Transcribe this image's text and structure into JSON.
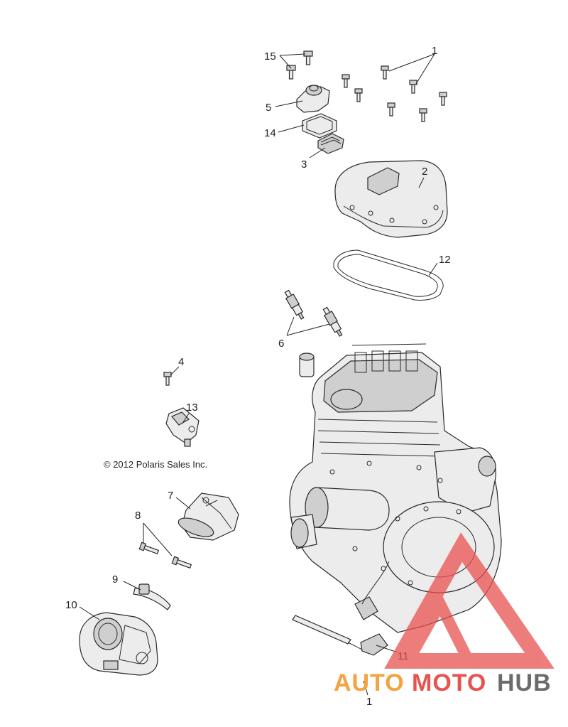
{
  "diagram": {
    "copyright": "© 2012 Polaris Sales Inc.",
    "callouts": {
      "c1_top": "1",
      "c1_bottom": "1",
      "c2": "2",
      "c3": "3",
      "c4": "4",
      "c5": "5",
      "c6": "6",
      "c7": "7",
      "c8": "8",
      "c9": "9",
      "c10": "10",
      "c11": "11",
      "c12": "12",
      "c13": "13",
      "c14": "14",
      "c15": "15"
    }
  },
  "watermark": {
    "word_part1": "AUTO",
    "word_part2": "MOTO",
    "word_part3": "HUB",
    "colors": {
      "triangle": "#e8524f",
      "auto": "#f4a340",
      "moto": "#e8524f",
      "hub": "#6b6b6b"
    }
  }
}
